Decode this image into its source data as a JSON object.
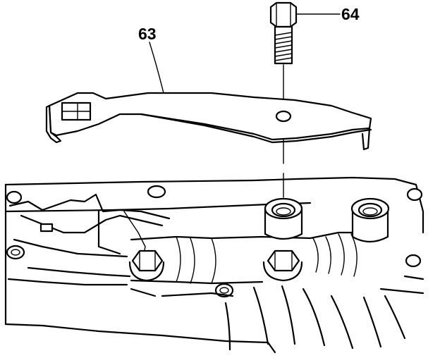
{
  "diagram": {
    "callouts": [
      {
        "id": "bracket",
        "label": "63"
      },
      {
        "id": "bolt",
        "label": "64"
      }
    ],
    "colors": {
      "ink": "#000000",
      "paper": "#ffffff"
    }
  }
}
